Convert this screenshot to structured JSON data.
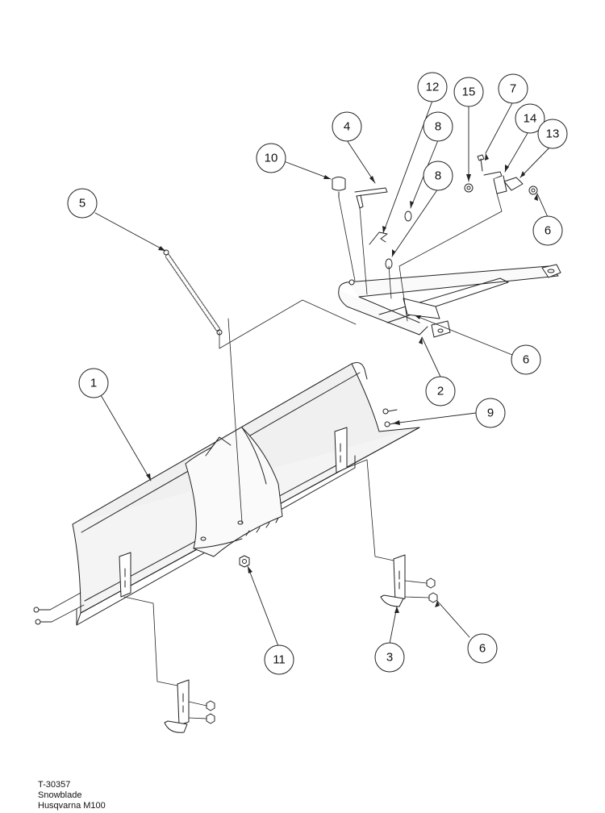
{
  "callouts": [
    "12",
    "15",
    "7",
    "14",
    "4",
    "8",
    "13",
    "10",
    "8",
    "5",
    "6",
    "6",
    "1",
    "2",
    "9",
    "11",
    "3",
    "6"
  ],
  "caption": {
    "code": "T-30357",
    "title": "Snowblade",
    "model": "Husqvarna M100"
  }
}
